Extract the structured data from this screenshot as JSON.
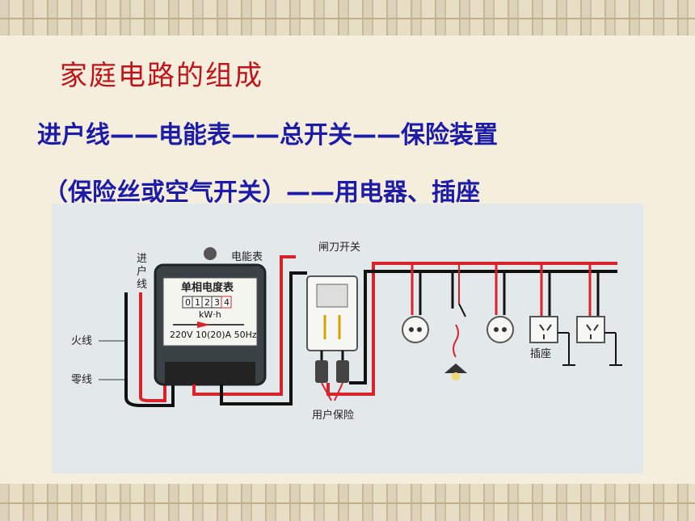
{
  "slide": {
    "title": "家庭电路的组成",
    "line1": "进户线——电能表——总开关——保险装置",
    "line2": "（保险丝或空气开关）——用电器、插座"
  },
  "diagram": {
    "label_incoming_line": "进户线",
    "label_live_wire": "火线",
    "label_neutral_wire": "零线",
    "label_meter": "电能表",
    "meter_title": "单相电度表",
    "meter_digits": [
      "0",
      "1",
      "2",
      "3",
      "4"
    ],
    "meter_unit": "kW·h",
    "meter_rating": "220V 10(20)A 50Hz",
    "label_knife_switch": "闸刀开关",
    "label_fuse": "用户保险",
    "label_socket": "插座"
  },
  "colors": {
    "title": "#c0141b",
    "body_text": "#1c1ca8",
    "live_wire": "#d8232a",
    "neutral_wire": "#111111"
  }
}
